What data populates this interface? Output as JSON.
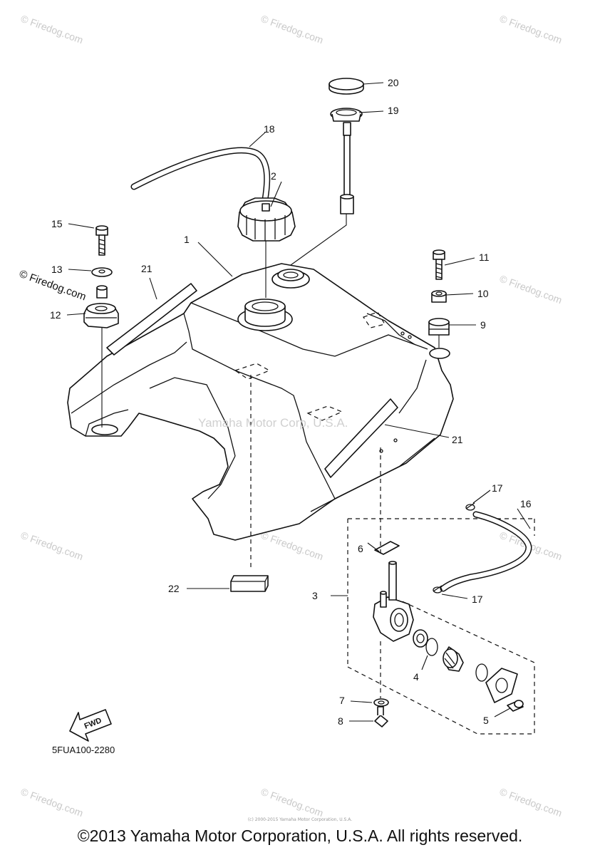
{
  "diagram_code": "5FUA100-2280",
  "copyright": "©2013 Yamaha Motor Corporation, U.S.A. All rights reserved.",
  "tiny_credit": "(c) 2000-2015 Yamaha Motor Corporation, U.S.A.",
  "center_watermark": "Yamaha Motor Corp, U.S.A.",
  "watermark": "© Firedog.com",
  "fwd_label": "FWD",
  "callouts": {
    "c1": "1",
    "c2": "2",
    "c3": "3",
    "c4": "4",
    "c5": "5",
    "c6": "6",
    "c7": "7",
    "c8": "8",
    "c9": "9",
    "c10": "10",
    "c11": "11",
    "c12": "12",
    "c13": "13",
    "c15": "15",
    "c16": "16",
    "c17a": "17",
    "c17b": "17",
    "c18": "18",
    "c19": "19",
    "c20": "20",
    "c21a": "21",
    "c21b": "21",
    "c22": "22"
  }
}
